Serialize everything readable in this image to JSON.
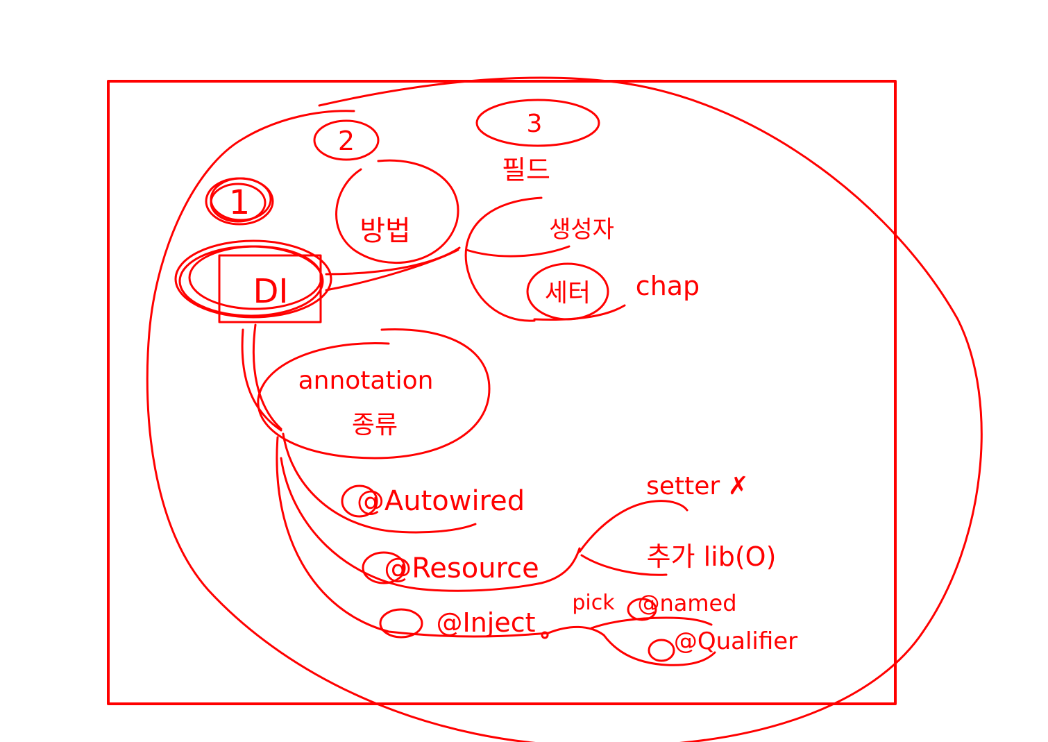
{
  "ink_color": "#ff0000",
  "nodes": {
    "step_1": "1",
    "step_2": "2",
    "step_3": "3",
    "di": "DI",
    "method": "방법",
    "field": "필드",
    "constructor": "생성자",
    "setter": "세터",
    "setter_note": "chap",
    "annotation": "annotation",
    "kinds": "종류",
    "autowired": "@Autowired",
    "resource": "@Resource",
    "inject": "@Inject",
    "pick": "pick",
    "named": "@named",
    "qualifier": "@Qualifier",
    "setter_x": "setter ✗",
    "add_lib": "추가 lib(O)"
  }
}
